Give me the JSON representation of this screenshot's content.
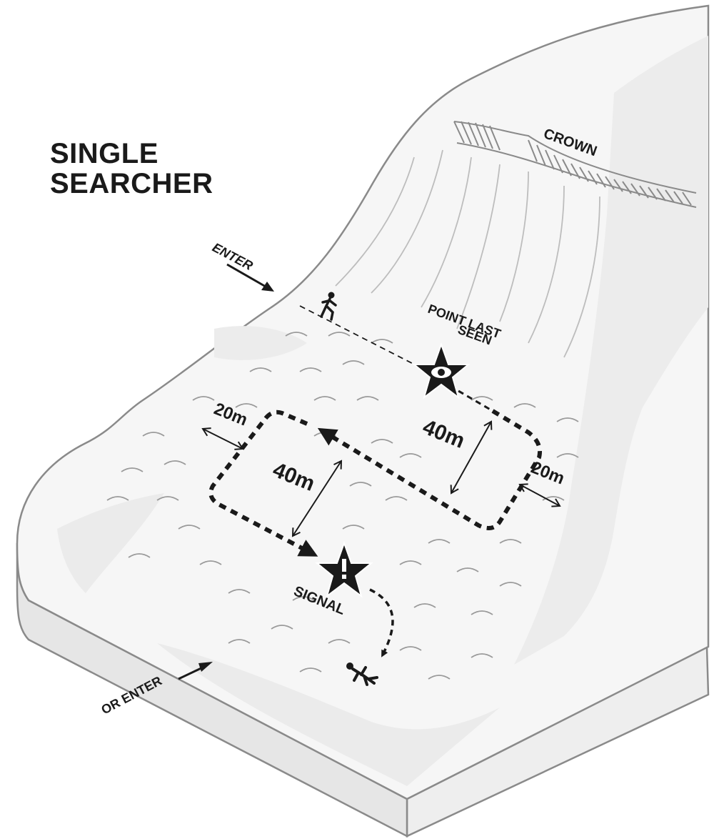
{
  "title": {
    "line1": "SINGLE",
    "line2": "SEARCHER"
  },
  "labels": {
    "crown": "CROWN",
    "enter": "ENTER",
    "or_enter": "OR ENTER",
    "point_last_seen_1": "POINT LAST",
    "point_last_seen_2": "SEEN",
    "signal": "SIGNAL",
    "dist_40m_right": "40m",
    "dist_40m_left": "40m",
    "dist_20m_left": "20m",
    "dist_20m_right": "20m"
  },
  "icons": {
    "searcher": "walking-person-icon",
    "point_last_seen": "eye-star-icon",
    "signal": "exclamation-star-icon",
    "victim": "buried-person-icon"
  },
  "colors": {
    "ink": "#1a1a1a",
    "snow": "#f4f4f4",
    "shadow": "#e2e2e2",
    "outline": "#8a8a8a"
  }
}
